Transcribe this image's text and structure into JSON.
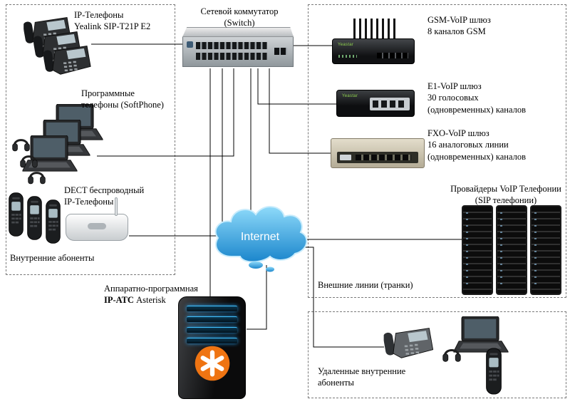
{
  "groups": {
    "internal_label": "Внутренние абоненты",
    "external_label": "Внешние линии (транки)",
    "remote_label_lines": [
      "Удаленные внутренние",
      "абоненты"
    ]
  },
  "nodes": {
    "ip_phones": {
      "label_lines": [
        "IP-Телефоны",
        "Yealink SIP-T21P E2"
      ]
    },
    "switch": {
      "label_lines": [
        "Сетевой коммутатор",
        "(Switch)"
      ]
    },
    "gsm_gateway": {
      "label_lines": [
        "GSM-VoIP шлюз",
        "8 каналов GSM"
      ],
      "brand": "Yeastar"
    },
    "e1_gateway": {
      "label_lines": [
        "E1-VoIP шлюз",
        "30 голосовых",
        "(одновременных) каналов"
      ],
      "brand": "Yeastar"
    },
    "fxo_gateway": {
      "label_lines": [
        "FXO-VoIP шлюз",
        "16 аналоговых линии",
        "(одновременных) каналов"
      ]
    },
    "softphones": {
      "label_lines": [
        "Программные",
        "телефоны (SoftPhone)"
      ]
    },
    "dect_phones": {
      "label_lines": [
        "DECT беспроводный",
        "IP-Телефоны"
      ]
    },
    "providers": {
      "label_lines": [
        "Провайдеры VoIP Телефонии",
        "(SIP телефонии)"
      ]
    },
    "asterisk": {
      "label_line1": "Аппаратно-программная",
      "label_bold": "IP-АТС",
      "label_rest": " Asterisk"
    },
    "internet": {
      "label": "Internet"
    }
  },
  "colors": {
    "connector": "#000000",
    "cloud_top": "#8edafa",
    "cloud_bottom": "#1b86cc",
    "asterisk_orange": "#ef7412"
  }
}
